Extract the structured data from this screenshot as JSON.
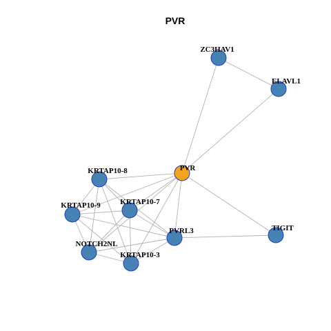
{
  "title": "PVR",
  "colors": {
    "hub": "#f7a21b",
    "node": "#4682b4",
    "node_border": "#1f3fbf",
    "edge": "#b3b3b3"
  },
  "nodes": [
    {
      "id": "PVR",
      "label": "PVR",
      "hub": true
    },
    {
      "id": "ZC3HAV1",
      "label": "ZC3HAV1",
      "hub": false
    },
    {
      "id": "ELAVL1",
      "label": "ELAVL1",
      "hub": false
    },
    {
      "id": "KRTAP10-8",
      "label": "KRTAP10-8",
      "hub": false
    },
    {
      "id": "KRTAP10-9",
      "label": "KRTAP10-9",
      "hub": false
    },
    {
      "id": "KRTAP10-7",
      "label": "KRTAP10-7",
      "hub": false
    },
    {
      "id": "PVRL3",
      "label": "PVRL3",
      "hub": false
    },
    {
      "id": "TIGIT",
      "label": "TIGIT",
      "hub": false
    },
    {
      "id": "NOTCH2NL",
      "label": "NOTCH2NL",
      "hub": false
    },
    {
      "id": "KRTAP10-3",
      "label": "KRTAP10-3",
      "hub": false
    }
  ],
  "edges": [
    [
      "ZC3HAV1",
      "ELAVL1"
    ],
    [
      "ZC3HAV1",
      "PVR"
    ],
    [
      "ELAVL1",
      "PVR"
    ],
    [
      "PVR",
      "KRTAP10-8"
    ],
    [
      "PVR",
      "KRTAP10-9"
    ],
    [
      "PVR",
      "KRTAP10-7"
    ],
    [
      "PVR",
      "PVRL3"
    ],
    [
      "PVR",
      "TIGIT"
    ],
    [
      "PVR",
      "NOTCH2NL"
    ],
    [
      "PVR",
      "KRTAP10-3"
    ],
    [
      "KRTAP10-8",
      "KRTAP10-9"
    ],
    [
      "KRTAP10-8",
      "KRTAP10-7"
    ],
    [
      "KRTAP10-8",
      "PVRL3"
    ],
    [
      "KRTAP10-8",
      "NOTCH2NL"
    ],
    [
      "KRTAP10-8",
      "KRTAP10-3"
    ],
    [
      "KRTAP10-9",
      "KRTAP10-7"
    ],
    [
      "KRTAP10-9",
      "PVRL3"
    ],
    [
      "KRTAP10-9",
      "NOTCH2NL"
    ],
    [
      "KRTAP10-9",
      "KRTAP10-3"
    ],
    [
      "KRTAP10-7",
      "PVRL3"
    ],
    [
      "KRTAP10-7",
      "NOTCH2NL"
    ],
    [
      "KRTAP10-7",
      "KRTAP10-3"
    ],
    [
      "PVRL3",
      "TIGIT"
    ],
    [
      "PVRL3",
      "NOTCH2NL"
    ],
    [
      "PVRL3",
      "KRTAP10-3"
    ],
    [
      "NOTCH2NL",
      "KRTAP10-3"
    ]
  ]
}
